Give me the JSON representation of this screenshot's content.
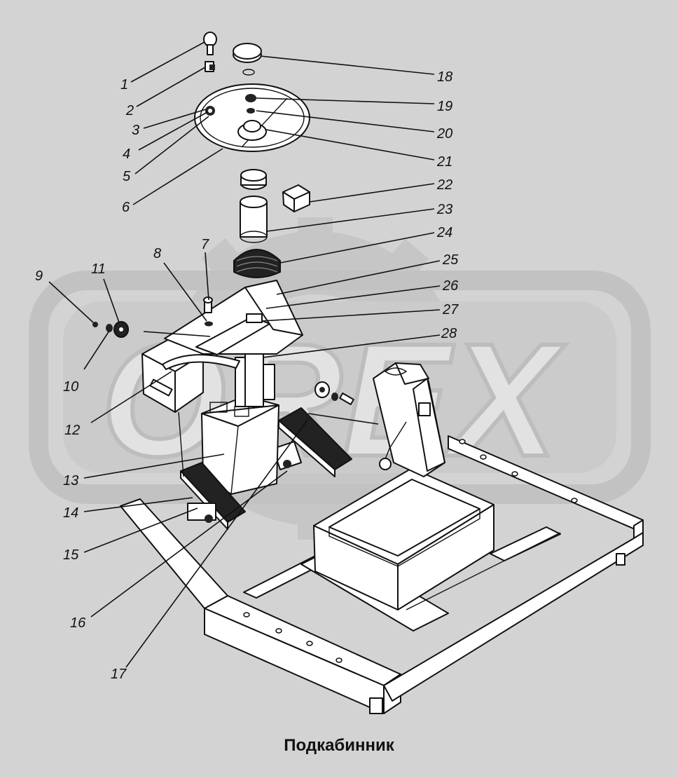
{
  "caption": "Подкабинник",
  "watermark": "OREX",
  "colors": {
    "background": "#d3d3d3",
    "watermark": "#c2c2c2",
    "part_fill": "#ffffff",
    "dark_fill": "#1a1a1a",
    "line": "#111111"
  },
  "callouts": [
    "1",
    "2",
    "3",
    "4",
    "5",
    "6",
    "7",
    "8",
    "9",
    "10",
    "11",
    "12",
    "13",
    "14",
    "15",
    "16",
    "17",
    "18",
    "19",
    "20",
    "21",
    "22",
    "23",
    "24",
    "25",
    "26",
    "27",
    "28"
  ]
}
